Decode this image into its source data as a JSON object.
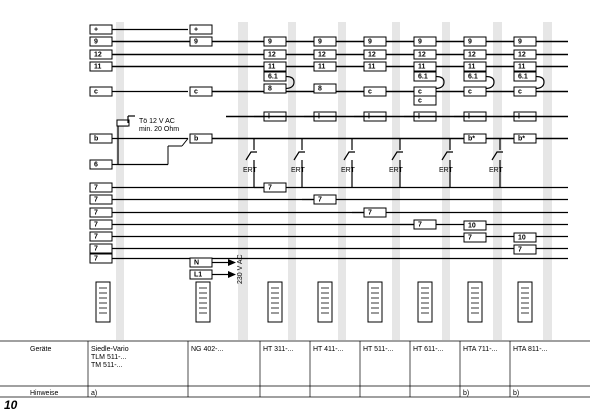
{
  "left_column": {
    "top_terminals": [
      "+",
      "9",
      "12",
      "11",
      "c",
      "b",
      "6"
    ],
    "seven_rows": [
      "7",
      "7",
      "7",
      "7",
      "7",
      "7",
      "7"
    ]
  },
  "ng_column": {
    "terminals": [
      "+",
      "9",
      "c",
      "b"
    ],
    "mains_terminals": [
      "N",
      "L1"
    ],
    "mains_label": "230 V AC"
  },
  "tö_label": [
    "Tö 12 V AC",
    "min. 20 Ohm"
  ],
  "ert_label": "ERT",
  "hs_columns": [
    {
      "pins": [
        "9",
        "12",
        "11",
        "6.1",
        "8",
        "l"
      ],
      "out": "7"
    },
    {
      "pins": [
        "9",
        "12",
        "11",
        "8",
        "l"
      ],
      "out": "7"
    },
    {
      "pins": [
        "9",
        "12",
        "11",
        "c",
        "l"
      ],
      "out": "7"
    },
    {
      "pins": [
        "9",
        "12",
        "11",
        "6.1",
        "c",
        "c",
        "l"
      ],
      "out": "7"
    },
    {
      "pins": [
        "9",
        "12",
        "11",
        "6.1",
        "c",
        "l",
        "b*"
      ],
      "out": [
        "10",
        "7"
      ]
    },
    {
      "pins": [
        "9",
        "12",
        "11",
        "6.1",
        "c",
        "l",
        "b*"
      ],
      "out": [
        "10",
        "7"
      ]
    }
  ],
  "table": {
    "row1_label": "Geräte",
    "row2_label": "Hinweise",
    "devices": [
      "Siedle-Vario\nTLM 511-...\nTM 511-...",
      "NG 402-...",
      "HT 311-...",
      "HT 411-...",
      "HT 511-...",
      "HT 611-...",
      "HTA 711-...",
      "HTA 811-..."
    ],
    "notes": [
      "a)",
      "",
      "",
      "",
      "",
      "",
      "b)",
      "b)"
    ]
  },
  "figure_number": "10"
}
